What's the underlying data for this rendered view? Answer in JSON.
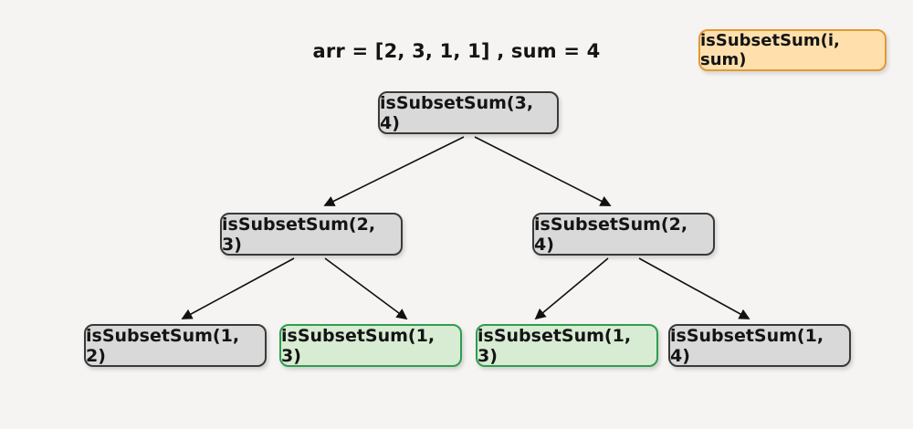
{
  "title": "arr = [2, 3, 1, 1] , sum = 4",
  "legend": {
    "label": "isSubsetSum(i, sum)"
  },
  "tree": {
    "root": {
      "label": "isSubsetSum(3, 4)",
      "variant": "gray",
      "children": [
        {
          "label": "isSubsetSum(2, 3)",
          "variant": "gray",
          "children": [
            {
              "label": "isSubsetSum(1, 2)",
              "variant": "gray"
            },
            {
              "label": "isSubsetSum(1, 3)",
              "variant": "green"
            }
          ]
        },
        {
          "label": "isSubsetSum(2, 4)",
          "variant": "gray",
          "children": [
            {
              "label": "isSubsetSum(1, 3)",
              "variant": "green"
            },
            {
              "label": "isSubsetSum(1, 4)",
              "variant": "gray"
            }
          ]
        }
      ]
    }
  },
  "colors": {
    "background": "#f5f4f2",
    "node_fill": "#d9d9d9",
    "node_border": "#3a3a3a",
    "green_fill": "#d7ecd3",
    "green_border": "#2e9e4e",
    "legend_fill": "#ffe0ad",
    "legend_border": "#e09a35",
    "arrow": "#111111"
  }
}
